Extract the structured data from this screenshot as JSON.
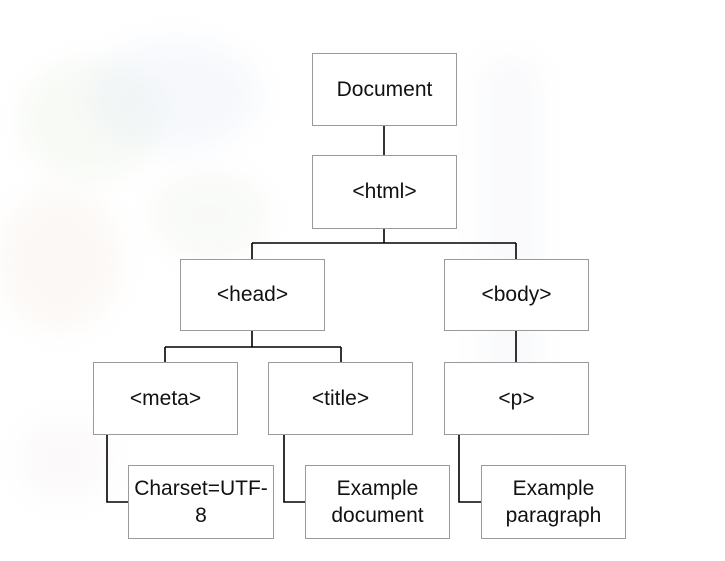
{
  "diagram": {
    "nodes": {
      "document": {
        "label": "Document"
      },
      "html": {
        "label": "<html>"
      },
      "head": {
        "label": "<head>"
      },
      "body": {
        "label": "<body>"
      },
      "meta": {
        "label": "<meta>"
      },
      "title": {
        "label": "<title>"
      },
      "p": {
        "label": "<p>"
      },
      "charset": {
        "label": "Charset=UTF-\n8"
      },
      "title_text": {
        "label": "Example\ndocument"
      },
      "p_text": {
        "label": "Example\nparagraph"
      }
    },
    "edges": [
      {
        "from": "document",
        "to": "html"
      },
      {
        "from": "html",
        "to": "head"
      },
      {
        "from": "html",
        "to": "body"
      },
      {
        "from": "head",
        "to": "meta"
      },
      {
        "from": "head",
        "to": "title"
      },
      {
        "from": "body",
        "to": "p"
      },
      {
        "from": "meta",
        "to": "charset"
      },
      {
        "from": "title",
        "to": "title_text"
      },
      {
        "from": "p",
        "to": "p_text"
      }
    ]
  }
}
